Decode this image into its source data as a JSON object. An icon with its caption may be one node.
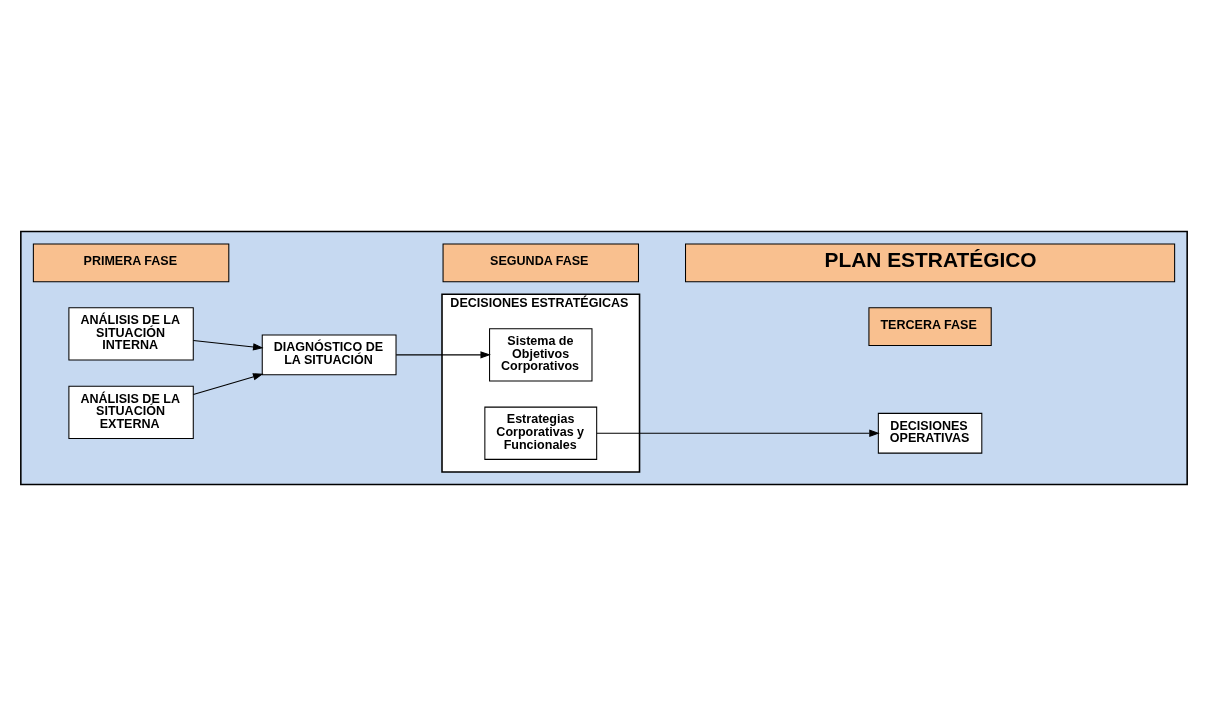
{
  "diagram": {
    "nodes": [
      {
        "text": [],
        "shape": "box"
      },
      {
        "text": [
          "PLAN ESTRATÉGICO"
        ],
        "in": 0
      },
      {
        "text": [
          "ANÁLISIS DE LA SITUACIÓN EXTERNA"
        ],
        "in": 0
      },
      {
        "text": [
          "ANÁLISIS DE LA SITUACIÓN INTERNA"
        ],
        "in": 0
      },
      {
        "text": [
          "DIAGNÓSTICO DE LA SITUACIÓN"
        ],
        "in": 0
      },
      {
        "text": [
          "DECISIONES ESTRATÉGICAS"
        ],
        "in": 0
      },
      {
        "text": [
          "Sistema de Objetivos Corporativos"
        ],
        "in": 5
      },
      {
        "text": [
          "Estrategias Corporativas y Funcionales"
        ],
        "in": 5
      },
      {
        "text": [
          "DECISIONES OPERATIVAS"
        ],
        "in": 0
      },
      {
        "text": [
          "PRIMERA FASE"
        ],
        "in": 0
      },
      {
        "text": [
          "SEGUNDA FASE"
        ],
        "in": 0
      },
      {
        "text": [
          "TERCERA FASE"
        ],
        "in": 0
      }
    ],
    "edges": [
      {
        "from": 2,
        "to": 4,
        "arrow": "to"
      },
      {
        "from": 3,
        "to": 4,
        "arrow": "to"
      },
      {
        "from": 4,
        "to": 6,
        "arrow": "to"
      },
      {
        "from": 7,
        "to": 8,
        "arrow": "to"
      }
    ]
  }
}
